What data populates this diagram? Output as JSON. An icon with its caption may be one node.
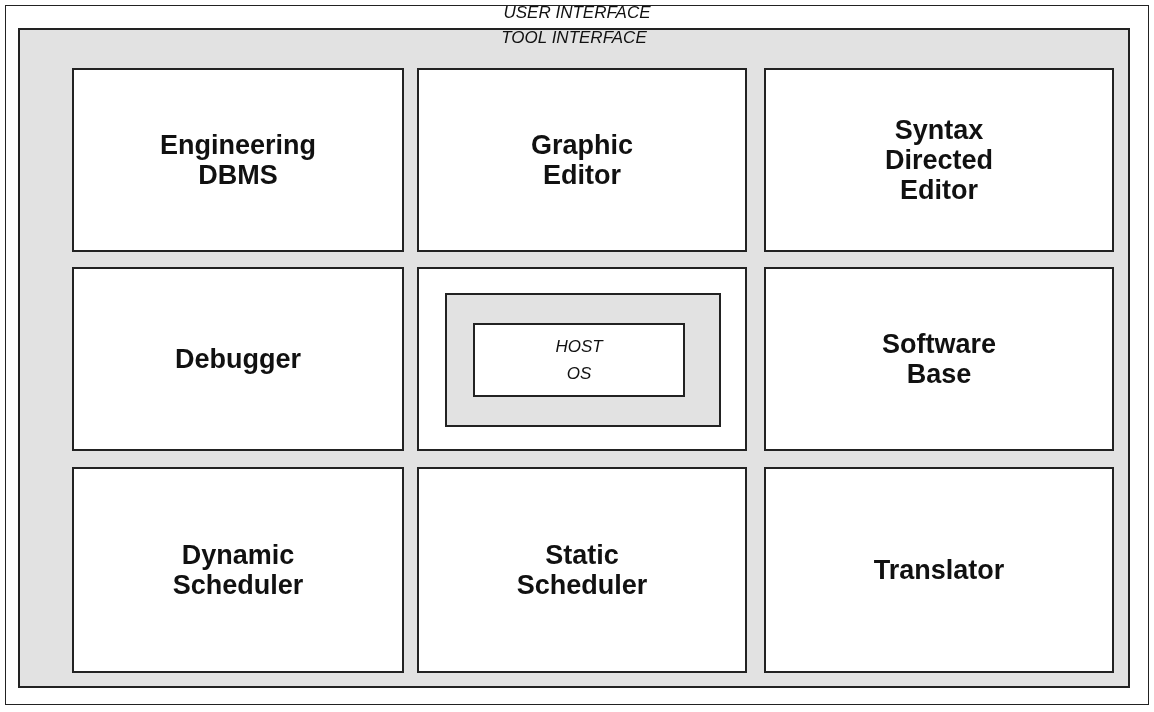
{
  "diagram": {
    "nodes": [
      {
        "text": [
          "USER INTERFACE"
        ]
      },
      {
        "text": [
          "TOOL INTERFACE"
        ],
        "in": 0
      },
      {
        "text": [
          "Engineering DBMS"
        ],
        "in": 1
      },
      {
        "text": [
          "Graphic Editor"
        ],
        "in": 1
      },
      {
        "text": [
          "Syntax Directed Editor"
        ],
        "in": 1
      },
      {
        "text": [
          "Debugger"
        ],
        "in": 1
      },
      {
        "text": [],
        "shape": "box",
        "in": 1
      },
      {
        "text": [],
        "shape": "box",
        "in": 6
      },
      {
        "text": [
          "HOST OS"
        ],
        "in": 7
      },
      {
        "text": [
          "Software Base"
        ],
        "in": 1
      },
      {
        "text": [
          "Dynamic Scheduler"
        ],
        "in": 1
      },
      {
        "text": [
          "Static Scheduler"
        ],
        "in": 1
      },
      {
        "text": [
          "Translator"
        ],
        "in": 1
      }
    ]
  }
}
